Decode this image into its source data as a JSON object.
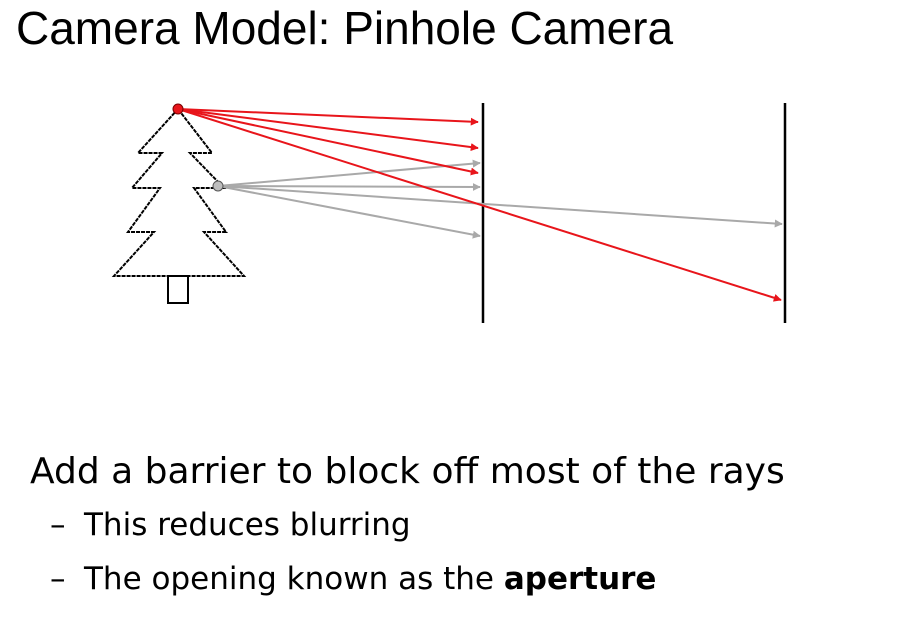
{
  "title": "Camera Model: Pinhole Camera",
  "bullets": {
    "main": "Add a barrier to block off most of the rays",
    "sub": [
      {
        "dash": "–",
        "text": "This reduces blurring",
        "emphasis": ""
      },
      {
        "dash": "–",
        "text": "The opening known as the ",
        "emphasis": "aperture"
      }
    ]
  },
  "colors": {
    "red_ray": "#e8151b",
    "gray_ray": "#a9a9a9",
    "outline": "#000000"
  },
  "icons": [
    "tree-icon",
    "red-source-point-icon",
    "gray-source-point-icon"
  ]
}
